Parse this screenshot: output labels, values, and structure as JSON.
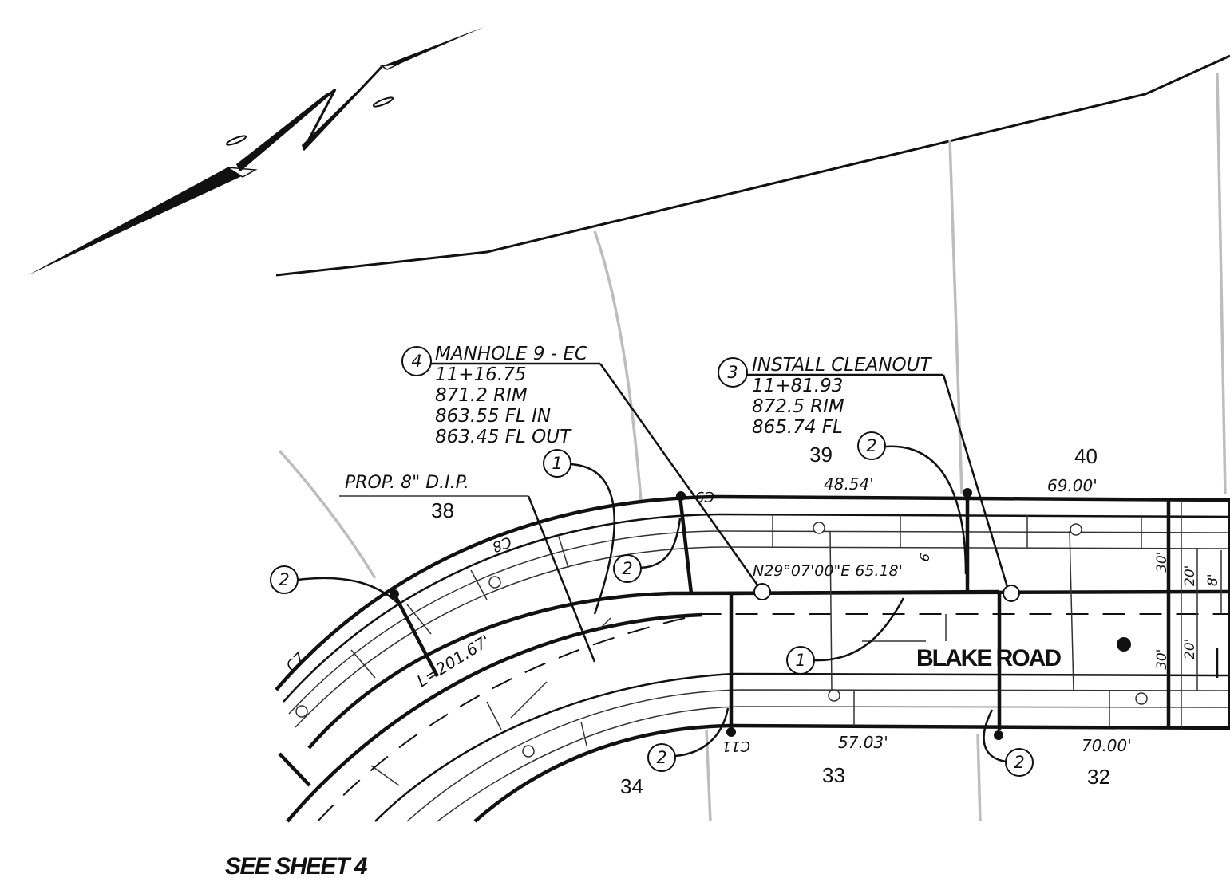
{
  "sheet_ref": "SEE SHEET 4",
  "road_name": "BLAKE ROAD",
  "callouts": {
    "manhole": {
      "number": "4",
      "title": "MANHOLE 9 - EC",
      "station": "11+16.75",
      "rim": "871.2 RIM",
      "fl_in": "863.55 FL IN",
      "fl_out": "863.45 FL OUT"
    },
    "cleanout": {
      "number": "3",
      "title": "INSTALL CLEANOUT",
      "station": "11+81.93",
      "rim": "872.5 RIM",
      "fl": "865.74 FL"
    },
    "pipe": "PROP. 8\" D.I.P.",
    "keynote_1": "1",
    "keynote_2": "2"
  },
  "lots": [
    "38",
    "39",
    "40",
    "34",
    "33",
    "32"
  ],
  "dimensions": {
    "lot39_frontage": "48.54'",
    "lot40_frontage": "69.00'",
    "lot33_frontage": "57.03'",
    "lot32_frontage": "70.00'",
    "arc_length": "L=201.67'",
    "bearing": "N29°07'00\"E 65.18'",
    "bearing_tick": "6",
    "row_half_north": "30'",
    "row_half_south": "30'",
    "pave_north": "20'",
    "pave_south": "20'",
    "walk": "8'"
  },
  "curves": [
    "C7",
    "C8",
    "C9",
    "C11"
  ]
}
